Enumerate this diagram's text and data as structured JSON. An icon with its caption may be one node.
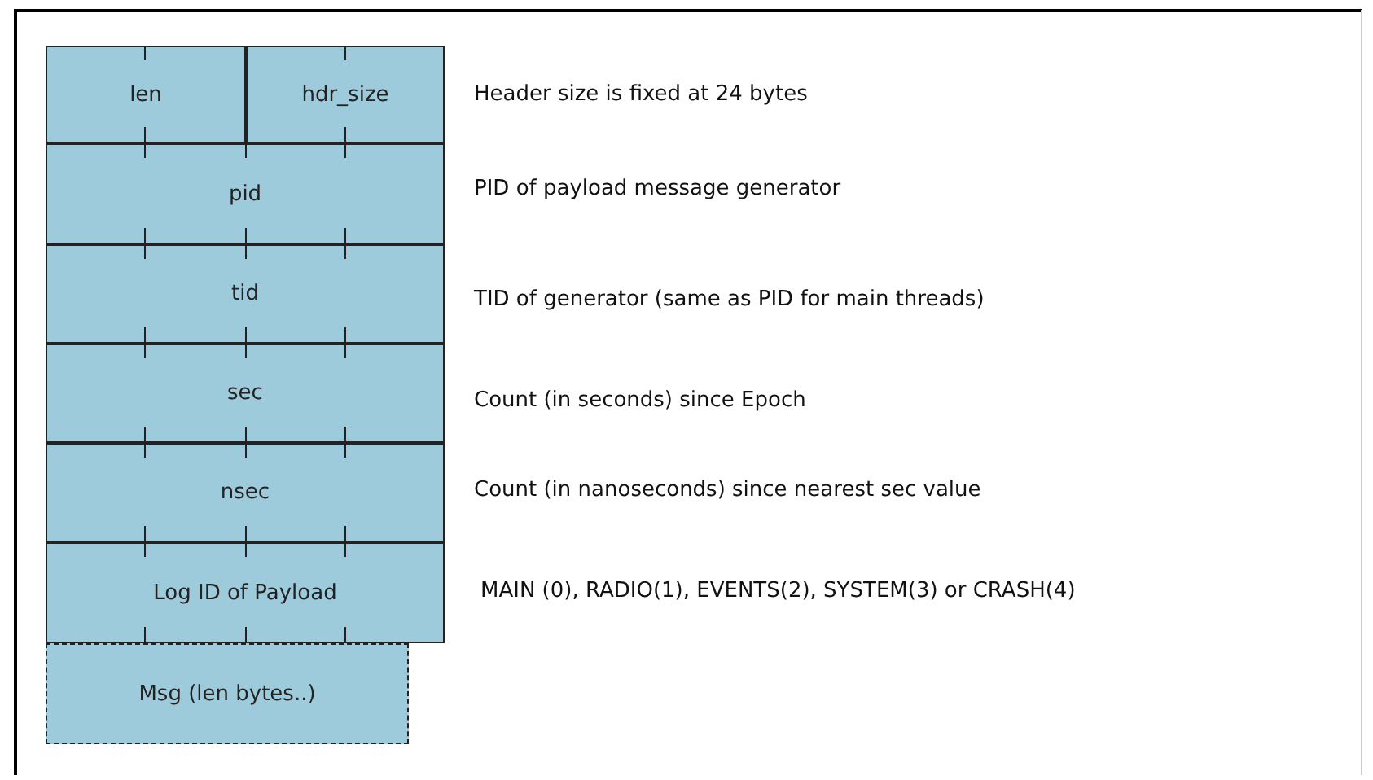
{
  "diagram": {
    "nodes": [
      {
        "text": [
          "len"
        ]
      },
      {
        "text": [
          "hdr_size"
        ],
        "beside": [
          "Header size is fixed at 24  bytes"
        ]
      },
      {
        "text": [
          "pid"
        ],
        "beside": [
          "PID of payload message generator"
        ]
      },
      {
        "text": [
          "tid"
        ],
        "beside": [
          "TID of generator (same as PID for main threads)"
        ]
      },
      {
        "text": [
          "sec"
        ],
        "beside": [
          "Count (in seconds) since Epoch"
        ]
      },
      {
        "text": [
          "nsec"
        ],
        "beside": [
          "Count (in nanoseconds) since nearest sec value"
        ]
      },
      {
        "text": [
          "Log ID of Payload"
        ],
        "beside": [
          "MAIN (0), RADIO(1), EVENTS(2), SYSTEM(3)  or  CRASH(4)"
        ]
      },
      {
        "text": [
          "Msg  (len bytes..)"
        ]
      }
    ]
  }
}
